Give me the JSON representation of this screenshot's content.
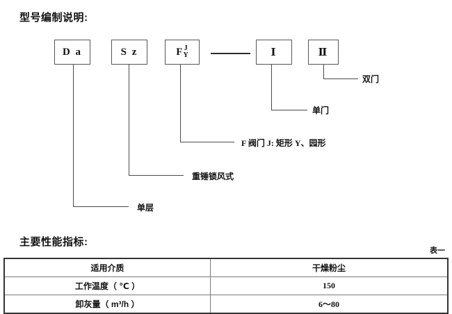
{
  "document": {
    "model_section_title": "型号编制说明:",
    "performance_section_title": "主要性能指标:",
    "table_caption": "表一"
  },
  "model_code": {
    "boxes": [
      {
        "id": "box-da",
        "text": "D a",
        "type": "plain"
      },
      {
        "id": "box-sz",
        "text": "S z",
        "type": "plain"
      },
      {
        "id": "box-f",
        "base": "F",
        "upper": "J",
        "lower": "Y",
        "type": "fraction"
      },
      {
        "id": "box-i",
        "text": "Ⅰ",
        "type": "plain"
      },
      {
        "id": "box-ii",
        "text": "Ⅱ",
        "type": "plain"
      }
    ],
    "annotations": [
      {
        "id": "annot-shuangmen",
        "text": "双门",
        "source_box": "box-ii"
      },
      {
        "id": "annot-danmen",
        "text": "单门",
        "source_box": "box-i"
      },
      {
        "id": "annot-valve",
        "text": "F 阀门 J: 矩形  Y、园形",
        "source_box": "box-f"
      },
      {
        "id": "annot-lock",
        "text": "重锤锁风式",
        "source_box": "box-sz"
      },
      {
        "id": "annot-layer",
        "text": "单层",
        "source_box": "box-da"
      }
    ]
  },
  "performance_table": {
    "rows": [
      {
        "label": "适用介质",
        "value": "干燥粉尘"
      },
      {
        "label": "工作温度（ ℃ ）",
        "value": "150"
      },
      {
        "label": "卸灰量（ m³/h ）",
        "value": "6～80"
      }
    ]
  },
  "colors": {
    "ink": "#111111",
    "stroke": "#4a4a4a",
    "box_border": "#555555",
    "table_outer": "#333333",
    "table_inner": "#7a7a7a",
    "page_background": "#ffffff"
  }
}
